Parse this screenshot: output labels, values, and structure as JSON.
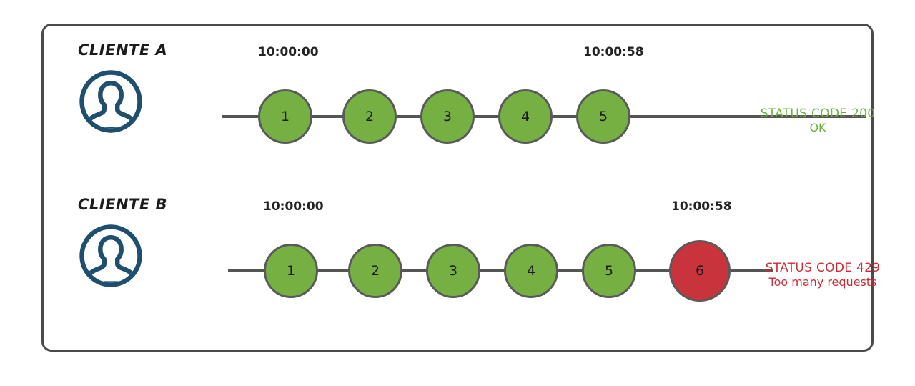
{
  "diagram": {
    "title_present": false,
    "colors": {
      "node_ok": "#76b043",
      "node_error": "#c9333c",
      "node_stroke": "#5a5a5a",
      "line": "#555555",
      "panel_border": "#4a4a4a",
      "avatar": "#1f4f6f",
      "status_ok_text": "#6cb23f",
      "status_error_text": "#cc2b35"
    },
    "rows": [
      {
        "client_label": "CLIENTE A",
        "avatar_icon": "user-avatar-icon",
        "start_time": "10:00:00",
        "end_time": "10:00:58",
        "nodes": [
          {
            "label": "1",
            "state": "ok"
          },
          {
            "label": "2",
            "state": "ok"
          },
          {
            "label": "3",
            "state": "ok"
          },
          {
            "label": "4",
            "state": "ok"
          },
          {
            "label": "5",
            "state": "ok"
          }
        ],
        "status": {
          "line1": "STATUS CODE 200",
          "line2": "OK",
          "state": "ok"
        }
      },
      {
        "client_label": "CLIENTE B",
        "avatar_icon": "user-avatar-icon",
        "start_time": "10:00:00",
        "end_time": "10:00:58",
        "nodes": [
          {
            "label": "1",
            "state": "ok"
          },
          {
            "label": "2",
            "state": "ok"
          },
          {
            "label": "3",
            "state": "ok"
          },
          {
            "label": "4",
            "state": "ok"
          },
          {
            "label": "5",
            "state": "ok"
          },
          {
            "label": "6",
            "state": "error"
          }
        ],
        "status": {
          "line1": "STATUS CODE 429",
          "line2": "Too many requests",
          "state": "error"
        }
      }
    ]
  }
}
